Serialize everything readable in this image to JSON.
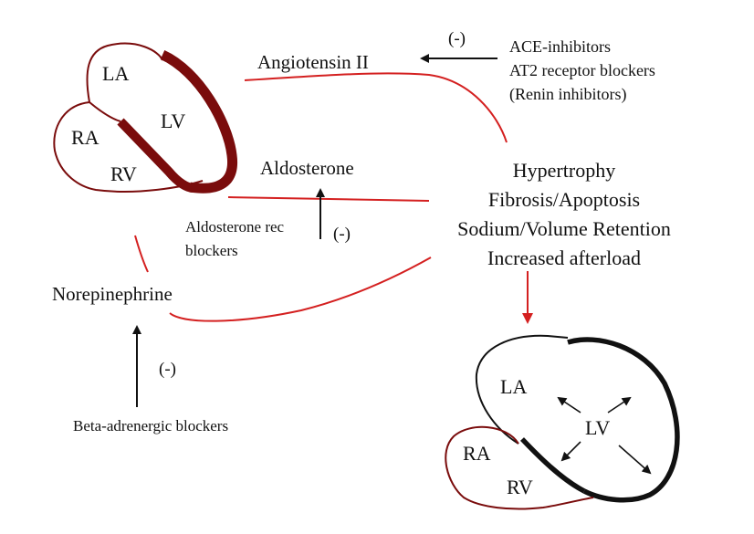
{
  "colors": {
    "red_line": "#d42020",
    "dark_red": "#7a0c0c",
    "black": "#111111"
  },
  "heart_top": {
    "la": "LA",
    "lv": "LV",
    "ra": "RA",
    "rv": "RV"
  },
  "heart_bottom": {
    "la": "LA",
    "lv": "LV",
    "ra": "RA",
    "rv": "RV"
  },
  "angiotensin": "Angiotensin II",
  "aldosterone": "Aldosterone",
  "norepinephrine": "Norepinephrine",
  "inhibitors": {
    "ace": "ACE-inhibitors",
    "at2": "AT2 receptor blockers",
    "renin": "(Renin inhibitors)",
    "minus": "(-)"
  },
  "aldosterone_blockers": {
    "line1": "Aldosterone rec",
    "line2": "blockers",
    "minus": "(-)"
  },
  "beta_blockers": {
    "label": "Beta-adrenergic blockers",
    "minus": "(-)"
  },
  "effects": {
    "line1": "Hypertrophy",
    "line2": "Fibrosis/Apoptosis",
    "line3": "Sodium/Volume Retention",
    "line4": "Increased afterload"
  }
}
